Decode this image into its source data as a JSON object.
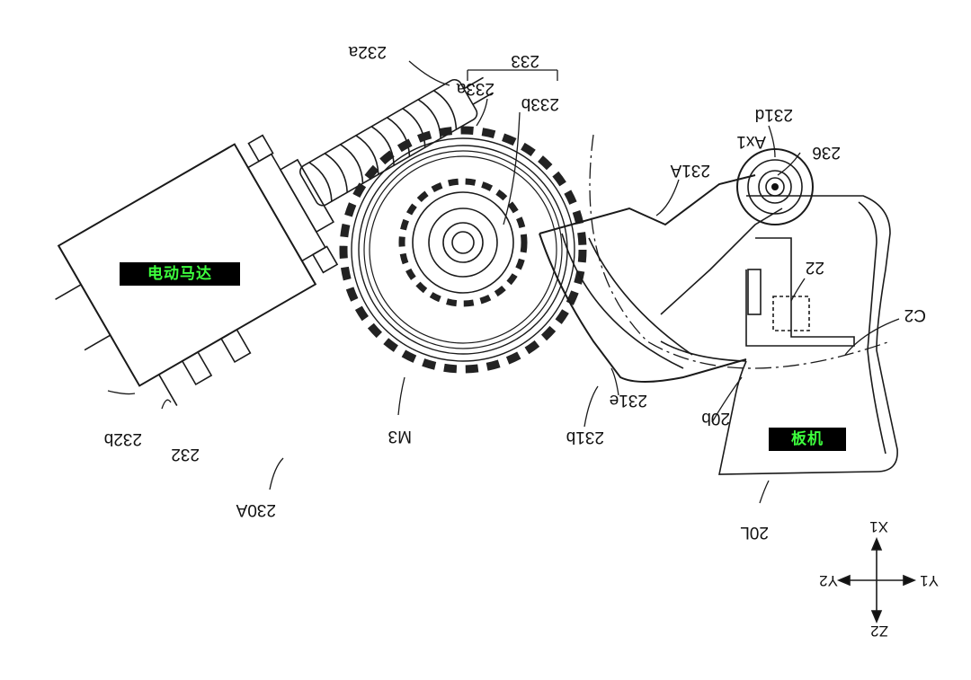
{
  "callouts": {
    "motor": "电动马达",
    "trigger": "板机"
  },
  "labels": {
    "l232a": "232a",
    "l233": "233",
    "l233a": "233a",
    "l233b": "233b",
    "l231d": "231d",
    "lAx1": "Ax1",
    "l236": "236",
    "l231A": "231A",
    "l22": "22",
    "lC2": "C2",
    "l231e": "231e",
    "l231b": "231b",
    "l20b": "20b",
    "lM3": "M3",
    "l232b": "232b",
    "l232": "232",
    "l230A": "230A",
    "l20L": "20L",
    "lX1": "X1",
    "lY1": "Y1",
    "lY2": "Y2",
    "lZ2": "Z2"
  }
}
